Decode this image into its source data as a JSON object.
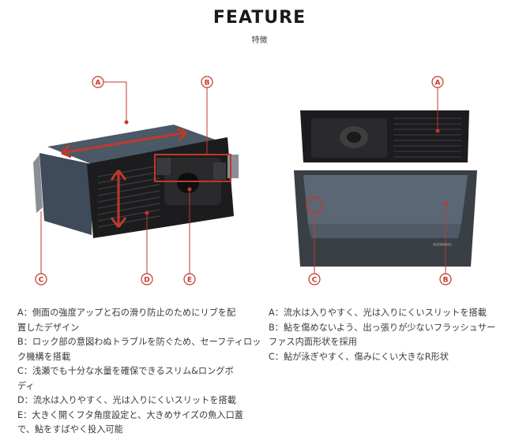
{
  "header": {
    "title": "FEATURE",
    "subtitle": "特徴"
  },
  "figure_left": {
    "callouts": [
      "A",
      "B",
      "C",
      "D",
      "E"
    ]
  },
  "figure_right": {
    "callouts": [
      "A",
      "C",
      "B"
    ],
    "brand_text": "SHIMANO"
  },
  "left_descriptions": [
    "A：側面の強度アップと石の滑り防止のためにリブを配",
    "置したデザイン",
    "B：ロック部の意図わぬトラブルを防ぐため、セーフティロッ",
    "ク機構を搭載",
    "C：浅瀬でも十分な水量を確保できるスリム&ロングボ",
    "ディ",
    "D：流水は入りやすく、光は入りにくいスリットを搭載",
    "E：大きく開くフタ角度設定と、大きめサイズの魚入口蓋",
    "で、鮎をすばやく投入可能"
  ],
  "right_descriptions": [
    "A：流水は入りやすく、光は入りにくいスリットを搭載",
    "B：鮎を傷めないよう、出っ張りが少ないフラッシュサー",
    "ファス内面形状を採用",
    "C：鮎が泳ぎやすく、傷みにくい大きなR形状"
  ],
  "colors": {
    "callout_red": "#c0392b",
    "body_slate": "#3f4b58",
    "panel_black": "#1c1c1e"
  }
}
